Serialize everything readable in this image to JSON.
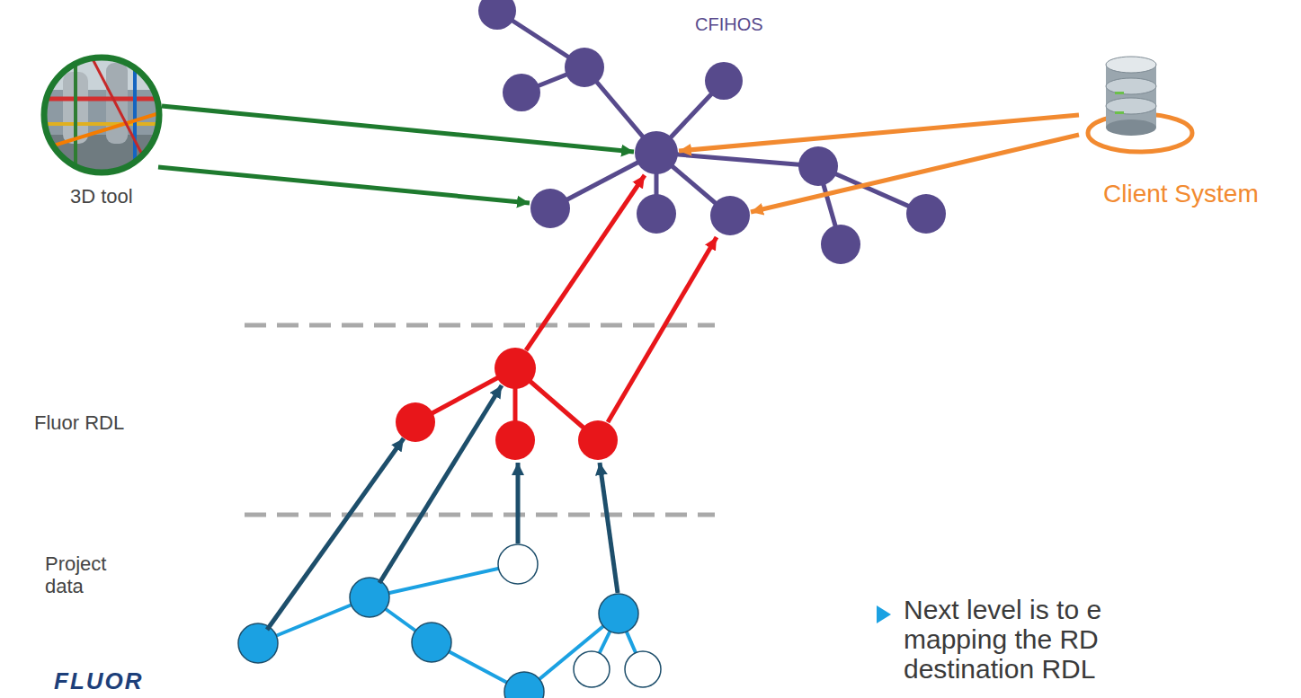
{
  "diagram": {
    "nodes": [
      {
        "text": [
          "CFIHOS"
        ]
      },
      {
        "text": [
          "3D tool"
        ]
      },
      {
        "text": [
          "Client System"
        ]
      },
      {
        "text": [
          "Fluor RDL"
        ]
      },
      {
        "text": [
          "Project data"
        ]
      }
    ],
    "edges": [
      {
        "from": 1,
        "to": 0,
        "arrow": "to"
      },
      {
        "from": 1,
        "to": 0,
        "arrow": "to"
      },
      {
        "from": 2,
        "to": 0,
        "arrow": "to"
      },
      {
        "from": 2,
        "to": 0,
        "arrow": "to"
      },
      {
        "from": 3,
        "to": 0,
        "arrow": "to"
      },
      {
        "from": 3,
        "to": 0,
        "arrow": "to"
      },
      {
        "from": 4,
        "to": 3,
        "arrow": "to"
      },
      {
        "from": 4,
        "to": 3,
        "arrow": "to"
      },
      {
        "from": 4,
        "to": 3,
        "arrow": "to"
      },
      {
        "from": 4,
        "to": 3,
        "arrow": "to"
      }
    ],
    "labels": [
      "Next level is to e mapping the RD destination RDL",
      "FLUOR"
    ]
  }
}
